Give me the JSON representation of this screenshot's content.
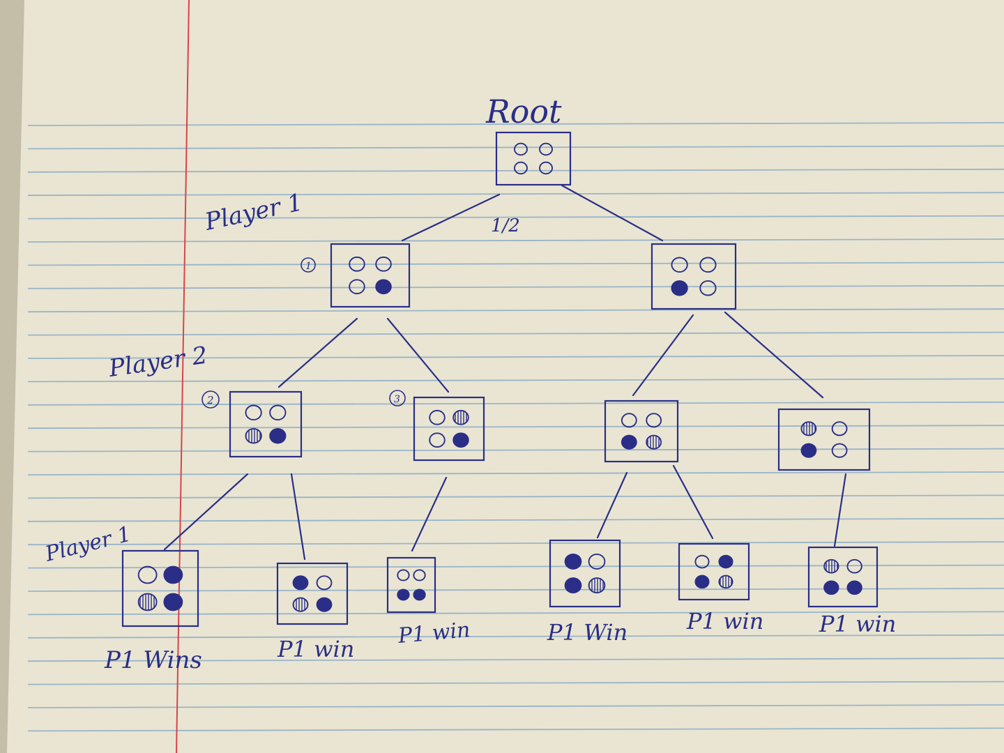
{
  "colors": {
    "paper": "#e9e5d2",
    "shadow": "#c4bea8",
    "rule_line": "#9ab4c8",
    "margin_line": "#d9434c",
    "ink": "#2a2e86"
  },
  "labels": {
    "root": "Root",
    "level_1": "Player 1",
    "level_2": "Player 2",
    "level_3": "Player 1",
    "edge_mark": "1/2"
  },
  "markers": [
    "1",
    "2",
    "3"
  ],
  "outcomes": [
    "P1 Wins",
    "P1 win",
    "P1 win",
    "P1 Win",
    "P1 win",
    "P1 win"
  ],
  "tree": {
    "root": {
      "cells": [
        "empty",
        "empty",
        "empty",
        "empty"
      ]
    },
    "level_1": [
      {
        "marker": "1",
        "cells": [
          "empty",
          "empty",
          "empty",
          "filled"
        ]
      },
      {
        "cells": [
          "empty",
          "empty",
          "filled",
          "empty"
        ]
      }
    ],
    "level_2": [
      {
        "marker": "2",
        "cells": [
          "empty",
          "empty",
          "striped",
          "filled"
        ]
      },
      {
        "marker": "3",
        "cells": [
          "empty",
          "striped",
          "empty",
          "filled"
        ]
      },
      {
        "cells": [
          "empty",
          "empty",
          "filled",
          "striped"
        ]
      },
      {
        "cells": [
          "striped",
          "empty",
          "filled",
          "empty"
        ]
      }
    ],
    "level_3": [
      {
        "cells": [
          "empty",
          "filled",
          "striped",
          "filled"
        ]
      },
      {
        "cells": [
          "filled",
          "empty",
          "striped",
          "filled"
        ]
      },
      {
        "cells": [
          "empty",
          "empty",
          "filled",
          "filled"
        ]
      },
      {
        "cells": [
          "filled",
          "empty",
          "filled",
          "striped"
        ]
      },
      {
        "cells": [
          "empty",
          "filled",
          "filled",
          "striped"
        ]
      },
      {
        "cells": [
          "striped",
          "empty",
          "filled",
          "filled"
        ]
      }
    ]
  }
}
